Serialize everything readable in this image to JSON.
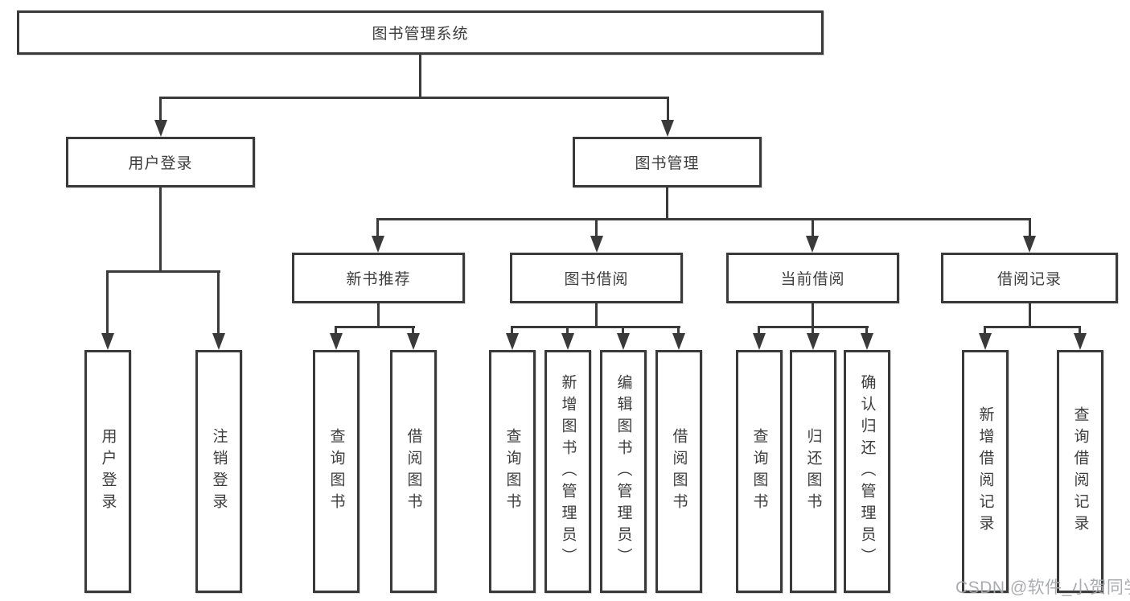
{
  "diagram_title": "图书管理系统",
  "nodes": {
    "root": "图书管理系统",
    "level2": {
      "user_login": "用户登录",
      "book_mgmt": "图书管理"
    },
    "level3": {
      "new_books": "新书推荐",
      "borrowing": "图书借阅",
      "current": "当前借阅",
      "records": "借阅记录"
    },
    "leaves": {
      "login": [
        "用户登录",
        "注销登录"
      ],
      "new_books": [
        "查询图书",
        "借阅图书"
      ],
      "borrowing": [
        "查询图书",
        "新增图书（管理员）",
        "编辑图书（管理员）",
        "借阅图书"
      ],
      "current": [
        "查询图书",
        "归还图书",
        "确认归还（管理员）"
      ],
      "records": [
        "新增借阅记录",
        "查询借阅记录"
      ]
    }
  },
  "watermark": "CSDN @软件_小贺同学",
  "colors": {
    "line": "#3a3a3a",
    "text": "#3d3d3d",
    "background": "#ffffff",
    "watermark": "#a6a8ac"
  }
}
